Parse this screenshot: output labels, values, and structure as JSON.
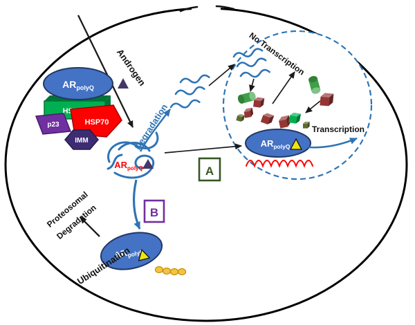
{
  "diagram": {
    "molecules": {
      "ar": "AR",
      "ar_subscript": "polyQ",
      "hsp90": "HSP90",
      "p23": "p23",
      "hsp70": "HSP70",
      "imm": "IMM"
    },
    "labels": {
      "androgen": "Androgen",
      "degradation": "Degradation",
      "no_transcription": "No Transcription",
      "transcription": "Transcription",
      "proteosomal_line1": "Proteosomal",
      "proteosomal_line2": "Degradation",
      "ubiquitination": "Ubiquitination",
      "pathway_a": "A",
      "pathway_b": "B"
    },
    "icons": {
      "androgen_triangle": "filled-triangle-purple",
      "polyq_triangle": "filled-triangle-yellow-outlined",
      "ubiquitin_bead": "filled-circle-gold"
    }
  },
  "colors": {
    "membrane": "#000000",
    "ar_blue": "#4472C4",
    "ar_blue_dark": "#203864",
    "squiggle_blue": "#2E74B5",
    "nucleus_blue": "#2E75B6",
    "hsp90_green": "#00B050",
    "hsp90_green_dark": "#007436",
    "hsp70_red": "#FF0000",
    "p23_purple": "#7030A0",
    "imm_purple": "#3E2C73",
    "triangle_purple": "#453768",
    "triangle_yellow": "#F0E410",
    "coreg_darkred": "#943634",
    "coreg_green": "#00B050",
    "coreg_olive": "#5E6B2F",
    "cylinder_green": "#3FA047",
    "chromatin_red": "#FF0000",
    "ubiquitin_gold": "#F5C243",
    "ubiquitin_gold_dark": "#BF9000",
    "a_green": "#375623",
    "b_purple": "#7030A0",
    "mutant_red": "#FF0000"
  }
}
